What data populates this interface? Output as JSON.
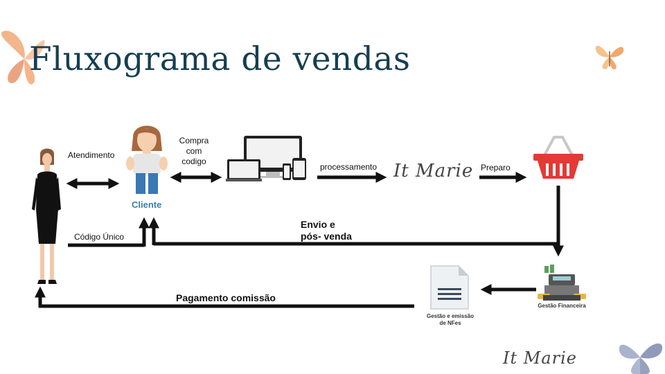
{
  "title": "Fluxograma de vendas",
  "labels": {
    "atendimento": "Atendimento",
    "compra_line1": "Compra",
    "compra_line2": "com",
    "compra_line3": "codigo",
    "processamento": "processamento",
    "preparo": "Preparo",
    "cliente": "Cliente",
    "codigo_unico": "Código  Único",
    "envio_line1": "Envio e",
    "envio_line2": "pós- venda",
    "pagamento": "Pagamento comissão",
    "gestao_financeira": "Gestão Financeira",
    "nfe_line1": "Gestão e emissão",
    "nfe_line2": "de NFes"
  },
  "logo_text": "It Marie",
  "colors": {
    "title": "#163e52",
    "arrow": "#111111",
    "basket": "#e53935",
    "cliente": "#3a7fa8",
    "butterfly": "#f2a36a"
  },
  "icons": [
    "woman-figure",
    "client-avatar",
    "devices-icon",
    "basket-icon",
    "cash-register-icon",
    "document-icon",
    "butterfly-icon"
  ]
}
